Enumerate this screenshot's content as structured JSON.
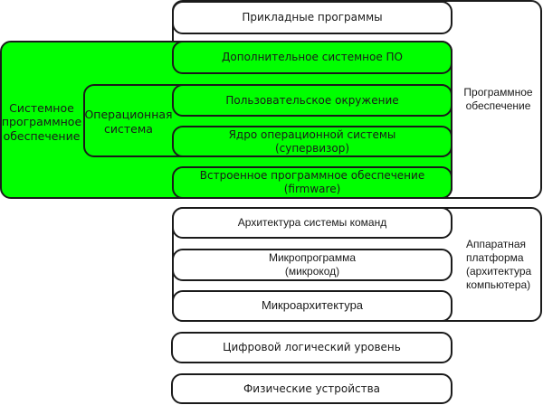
{
  "colors": {
    "system_software_fill": "#00ff00",
    "box_fill": "#ffffff",
    "border": "#1a1a1a"
  },
  "software": {
    "group_label": "Программное обеспечение",
    "application_programs": "Прикладные программы",
    "system_software": {
      "group_label": "Системное программное обеспечение",
      "additional_system_software": "Дополнительное системное ПО",
      "operating_system": {
        "group_label": "Операционная система",
        "user_environment": "Пользовательское окружение",
        "kernel_line1": "Ядро операционной системы",
        "kernel_line2": "(супервизор)"
      },
      "firmware_line1": "Встроенное программное обеспечение",
      "firmware_line2": "(firmware)"
    }
  },
  "hardware_platform": {
    "group_label_line1": "Аппаратная",
    "group_label_line2": "платформа",
    "group_label_line3": "(архитектура",
    "group_label_line4": "компьютера)",
    "isa": "Архитектура системы команд",
    "microprogram_line1": "Микропрограмма",
    "microprogram_line2": "(микрокод)",
    "microarchitecture": "Микроархитектура"
  },
  "digital_logic_level": "Цифровой логический уровень",
  "physical_devices": "Физические устройства"
}
